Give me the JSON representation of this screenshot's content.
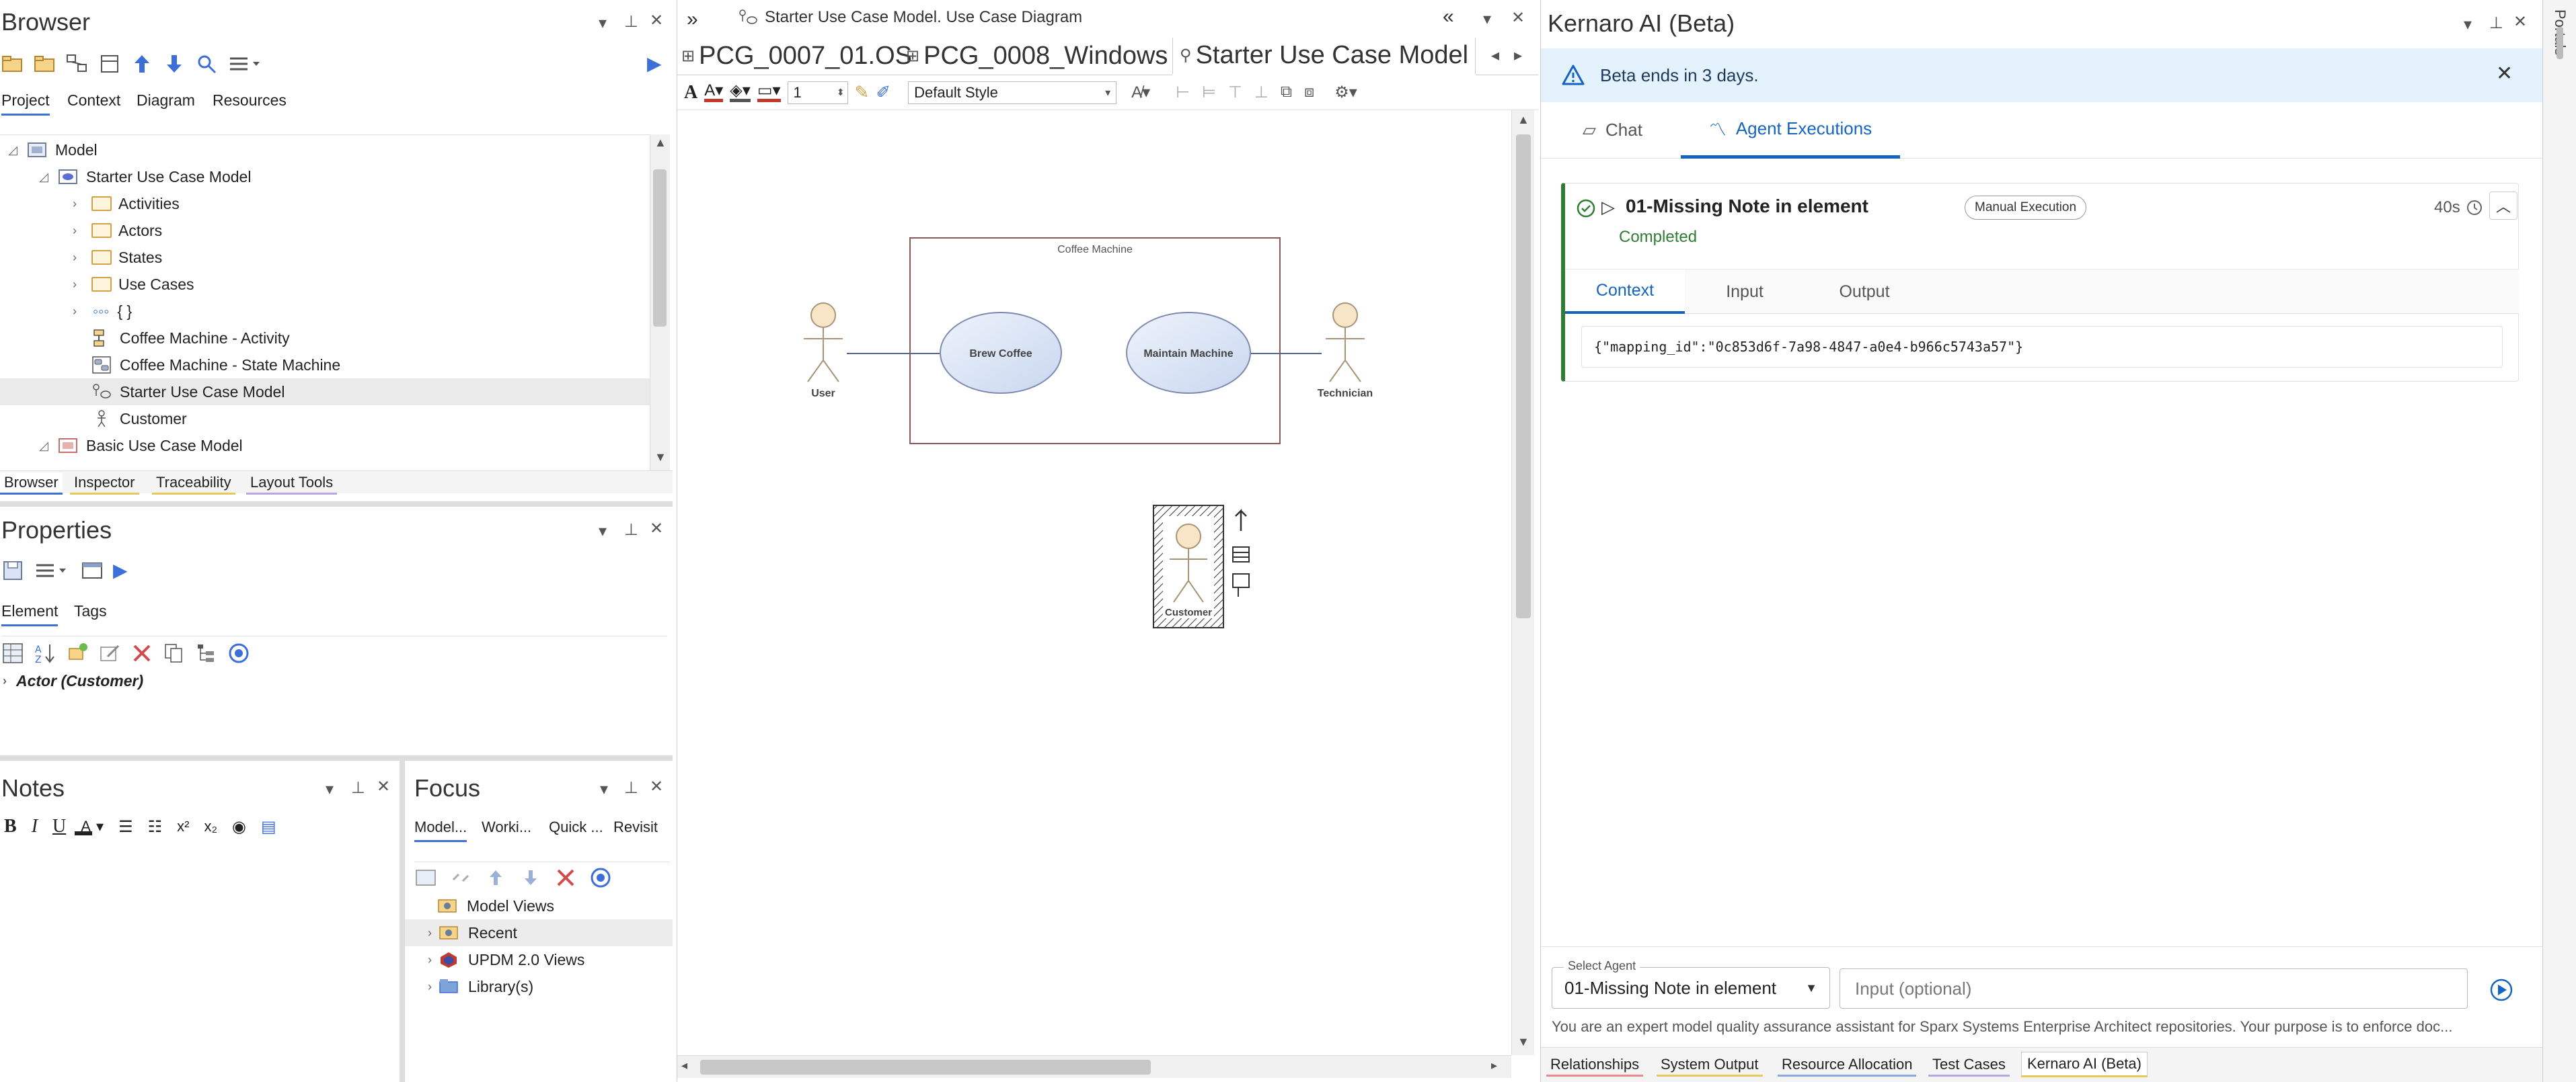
{
  "browser": {
    "title": "Browser",
    "tabs": [
      "Project",
      "Context",
      "Diagram",
      "Resources"
    ],
    "tree": [
      {
        "label": "Model",
        "indent": 0,
        "toggle": "open"
      },
      {
        "label": "Starter Use Case Model",
        "indent": 1,
        "toggle": "open"
      },
      {
        "label": "Activities",
        "indent": 2,
        "toggle": "closed"
      },
      {
        "label": "Actors",
        "indent": 2,
        "toggle": "closed"
      },
      {
        "label": "States",
        "indent": 2,
        "toggle": "closed"
      },
      {
        "label": "Use Cases",
        "indent": 2,
        "toggle": "closed"
      },
      {
        "label": "{ }",
        "indent": 2,
        "toggle": "closed"
      },
      {
        "label": "Coffee Machine - Activity",
        "indent": 2,
        "toggle": "none"
      },
      {
        "label": "Coffee Machine - State Machine",
        "indent": 2,
        "toggle": "none"
      },
      {
        "label": "Starter Use Case Model",
        "indent": 2,
        "toggle": "none",
        "selected": true
      },
      {
        "label": "Customer",
        "indent": 2,
        "toggle": "none"
      },
      {
        "label": "Basic Use Case Model",
        "indent": 1,
        "toggle": "open"
      }
    ],
    "bottom_tabs": [
      "Browser",
      "Inspector",
      "Traceability",
      "Layout Tools"
    ]
  },
  "properties": {
    "title": "Properties",
    "tabs": [
      "Element",
      "Tags"
    ],
    "row_label": "Actor (Customer)"
  },
  "notes": {
    "title": "Notes"
  },
  "focus": {
    "title": "Focus",
    "tabs": [
      "Model...",
      "Worki...",
      "Quick ...",
      "Revisit"
    ],
    "items": [
      "Model Views",
      "Recent",
      "UPDM 2.0 Views",
      "Library(s)"
    ]
  },
  "diagram": {
    "breadcrumb": "Starter Use Case Model.  Use Case Diagram",
    "doc_tabs": [
      "PCG_0007_01.OS",
      "PCG_0008_Windows",
      "Starter Use Case Model"
    ],
    "line_width": "1",
    "style_select": "Default Style",
    "boundary_label": "Coffee Machine",
    "usecases": [
      "Brew Coffee",
      "Maintain Machine"
    ],
    "actors": [
      "User",
      "Technician",
      "Customer"
    ]
  },
  "kernaro": {
    "title": "Kernaro AI (Beta)",
    "banner": "Beta ends in 3 days.",
    "tabs": [
      "Chat",
      "Agent Executions"
    ],
    "execution": {
      "name": "01-Missing Note in element",
      "badge": "Manual Execution",
      "duration": "40s",
      "status": "Completed",
      "subtabs": [
        "Context",
        "Input",
        "Output"
      ],
      "context_json": "{\"mapping_id\":\"0c853d6f-7a98-4847-a0e4-b966c5743a57\"}"
    },
    "select_agent_label": "Select Agent",
    "selected_agent": "01-Missing Note in element",
    "input_placeholder": "Input (optional)",
    "system_prompt": "You are an expert model quality assurance assistant for Sparx Systems Enterprise Architect repositories. Your purpose is to enforce doc...",
    "bottom_tabs": [
      "Relationships",
      "System Output",
      "Resource Allocation",
      "Test Cases",
      "Kernaro AI (Beta)"
    ]
  },
  "portals": "Portals",
  "colors": {
    "accent": "#1565c0",
    "success": "#2e7d32",
    "banner": "#e3f2fd"
  }
}
